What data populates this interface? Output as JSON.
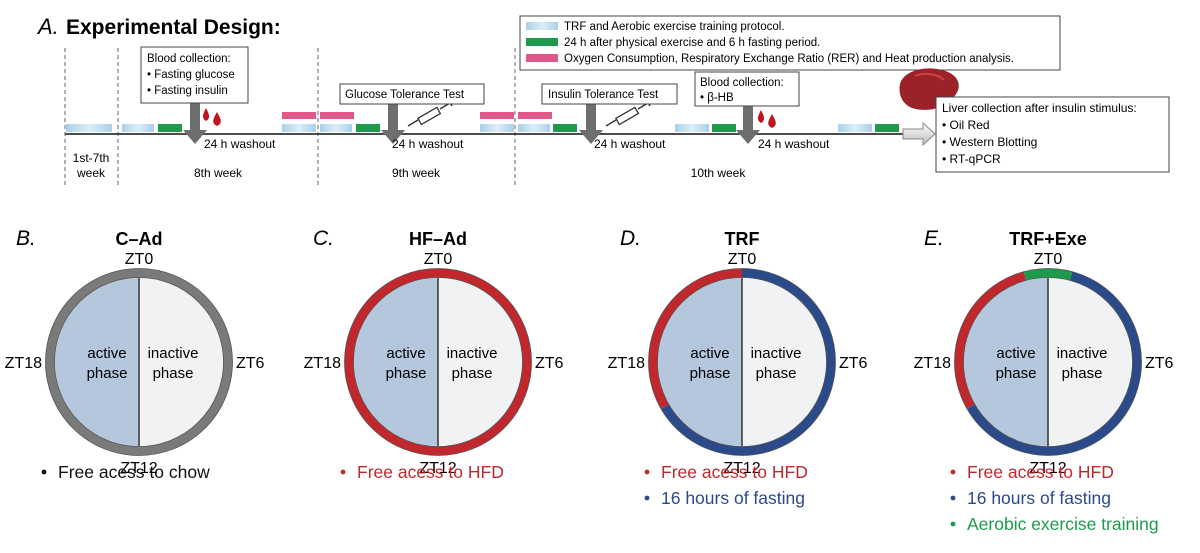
{
  "panelA": {
    "letter": "A.",
    "title": "Experimental Design:",
    "legend": [
      {
        "text": "TRF and Aerobic exercise training protocol.",
        "color": "#a9cfe8"
      },
      {
        "text": "24 h after physical exercise and 6 h fasting period.",
        "color": "#1e9a4c"
      },
      {
        "text": "Oxygen Consumption, Respiratory Exchange Ratio (RER) and Heat production analysis.",
        "color": "#e0578a"
      }
    ],
    "blood1": {
      "title": "Blood collection:",
      "items": [
        "• Fasting glucose",
        "• Fasting insulin"
      ]
    },
    "gtt": "Glucose Tolerance Test",
    "itt": "Insulin Tolerance Test",
    "blood2": {
      "title": "Blood collection:",
      "items": [
        "• β-HB"
      ]
    },
    "liver": {
      "title": "Liver collection after insulin stimulus:",
      "items": [
        "• Oil Red",
        "• Western Blotting",
        "• RT-qPCR"
      ]
    },
    "washout": "24 h washout",
    "weeks": [
      "1st-7th",
      "week",
      "8th week",
      "9th week",
      "10th week"
    ]
  },
  "clock": {
    "zt0": "ZT0",
    "zt6": "ZT6",
    "zt12": "ZT12",
    "zt18": "ZT18",
    "active": [
      "active",
      "phase"
    ],
    "inactive": [
      "inactive",
      "phase"
    ]
  },
  "panels": [
    {
      "letter": "B.",
      "title": "C–Ad",
      "bullets": [
        {
          "text": "Free acess to chow",
          "color": "#111111"
        }
      ]
    },
    {
      "letter": "C.",
      "title": "HF–Ad",
      "bullets": [
        {
          "text": "Free acess to HFD",
          "color": "#c0282d"
        }
      ]
    },
    {
      "letter": "D.",
      "title": "TRF",
      "bullets": [
        {
          "text": "Free acess to HFD",
          "color": "#c0282d"
        },
        {
          "text": "16 hours of fasting",
          "color": "#2a4a8a"
        }
      ]
    },
    {
      "letter": "E.",
      "title": "TRF+Exe",
      "bullets": [
        {
          "text": "Free acess to HFD",
          "color": "#c0282d"
        },
        {
          "text": "16 hours of fasting",
          "color": "#2a4a8a"
        },
        {
          "text": "Aerobic exercise training",
          "color": "#1e9a4c"
        }
      ]
    }
  ],
  "colors": {
    "chow_ring": "#7a7a7a",
    "hfd": "#c0282d",
    "fasting": "#2a4a8a",
    "exercise": "#1e9a4c",
    "active_fill": "#b4c7dc",
    "inactive_fill": "#f0f2f4",
    "blood": "#c0141e",
    "liver": "#9a2228"
  }
}
